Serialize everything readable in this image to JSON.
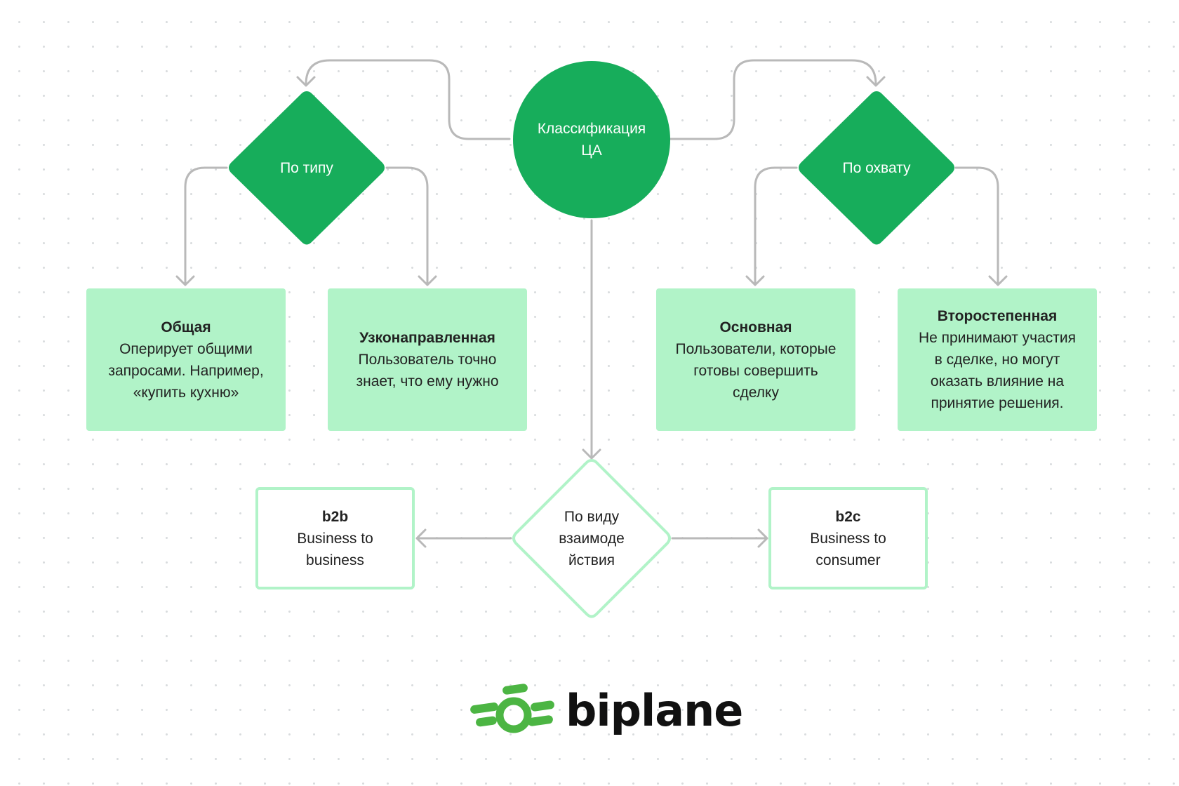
{
  "colors": {
    "primary_green": "#17ad5b",
    "light_green": "#b1f3c8",
    "connector": "#b9b9b9",
    "logo_green": "#4cb543",
    "text_dark": "#222222"
  },
  "root": {
    "line1": "Классификация",
    "line2": "ЦА"
  },
  "by_type": {
    "label": "По типу",
    "general": {
      "title": "Общая",
      "lines": [
        "Оперирует общими",
        "запросами. Например,",
        "«купить кухню»"
      ]
    },
    "narrow": {
      "title": "Узконаправленная",
      "lines": [
        "Пользователь точно",
        "знает, что ему нужно"
      ]
    }
  },
  "by_reach": {
    "label": "По охвату",
    "main": {
      "title": "Основная",
      "lines": [
        "Пользователи, которые",
        "готовы совершить",
        "сделку"
      ]
    },
    "secondary": {
      "title": "Второстепенная",
      "lines": [
        "Не принимают участия",
        "в сделке, но могут",
        "оказать влияние на",
        "принятие решения."
      ]
    }
  },
  "by_interaction": {
    "lines": [
      "По виду",
      "взаимоде",
      "йствия"
    ],
    "b2b": {
      "title": "b2b",
      "lines": [
        "Business to",
        "business"
      ]
    },
    "b2c": {
      "title": "b2c",
      "lines": [
        "Business to",
        "consumer"
      ]
    }
  },
  "logo": {
    "text": "biplane",
    "icon": "biplane-logo-icon"
  }
}
